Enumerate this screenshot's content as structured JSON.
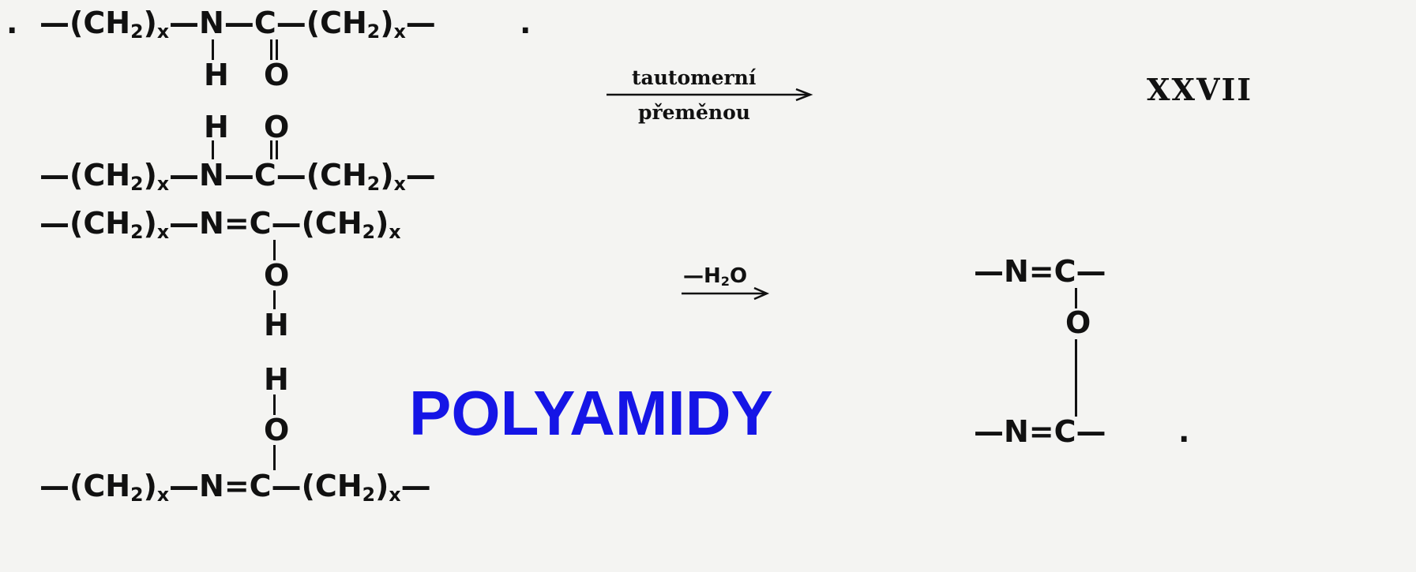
{
  "title": "POLYAMIDY",
  "colors": {
    "title": "#1515e6",
    "ink": "#111111",
    "paper": "#f4f4f2"
  },
  "equation_number": "XXVII",
  "reaction_arrows": {
    "tautomeric": {
      "top": "tautomerní",
      "bottom": "přeměnou"
    },
    "dehydration": {
      "top": "—H",
      "sub": "2",
      "tail": "O"
    }
  },
  "atoms": {
    "H": "H",
    "O": "O",
    "N": "N",
    "C": "C"
  },
  "chain_parts": {
    "dash": "—",
    "group_open": "(CH",
    "sub": "2",
    "group_close": ")",
    "index": "x",
    "amide_link": "—N—C—",
    "imine_link": "—N=C—",
    "end_dash": "—"
  },
  "dots": {
    "lead": ".",
    "trail": "."
  }
}
